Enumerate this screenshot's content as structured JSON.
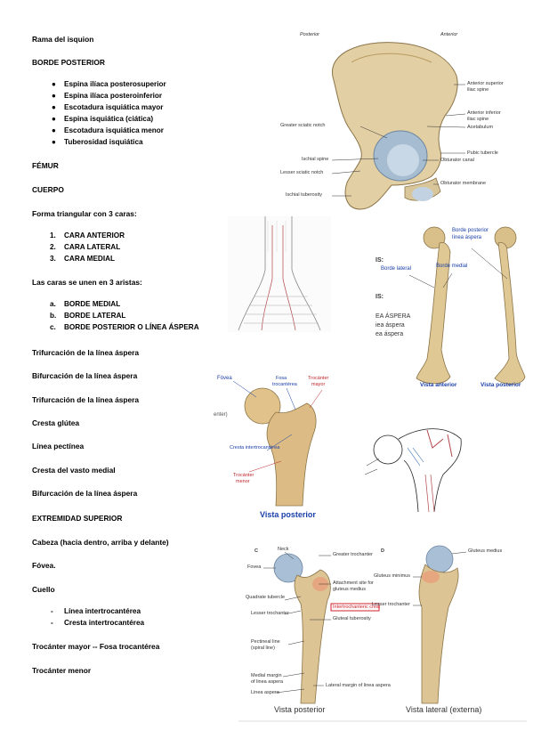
{
  "left_text": {
    "l1": "Rama del isquion",
    "l2": "BORDE POSTERIOR",
    "bullets": [
      "Espina ilíaca posterosuperior",
      "Espina ilíaca posteroinferior",
      "Escotadura isquiática mayor",
      "Espina isquiática (ciática)",
      "Escotadura isquiática menor",
      "Tuberosidad isquiática"
    ],
    "l3": "FÉMUR",
    "l4": "CUERPO",
    "l5": "Forma triangular con 3 caras:",
    "caras": [
      "CARA ANTERIOR",
      "CARA LATERAL",
      "CARA MEDIAL"
    ],
    "caras_markers": [
      "1.",
      "2.",
      "3."
    ],
    "l6": "Las caras se unen en 3 aristas:",
    "aristas": [
      "BORDE MEDIAL",
      "BORDE LATERAL",
      "BORDE POSTERIOR O LÍNEA ÁSPERA"
    ],
    "aristas_markers": [
      "a.",
      "b.",
      "c."
    ],
    "l7": "Trifurcación de la línea áspera",
    "l8": "Bifurcación de la línea áspera",
    "l9": "Trifurcación de la línea áspera",
    "l10": "Cresta glútea",
    "l11": "Línea pectínea",
    "l12": "Cresta del vasto medial",
    "l13": "Bifurcación de la línea áspera",
    "l14": "EXTREMIDAD SUPERIOR",
    "l15": "Cabeza (hacia dentro, arriba y delante)",
    "l16": "Fóvea.",
    "l17": "Cuello",
    "cuello": [
      "Línea intertrocantérea",
      "Cresta intertrocantérea"
    ],
    "l18": "Trocánter mayor -- Fosa trocantérea",
    "l19": "Trocánter menor"
  },
  "fig1": {
    "posterior": "Posterior",
    "anterior": "Anterior",
    "labels": {
      "asis": "Anterior superior",
      "asis2": "iliac spine",
      "aiis": "Anterior inferior",
      "aiis2": "iliac spine",
      "acetabulum": "Acetabulum",
      "gsn": "Greater sciatic notch",
      "pubic": "Pubic tubercle",
      "ischial_spine": "Ischial spine",
      "obt_canal": "Obturator canal",
      "lsn": "Lesser sciatic notch",
      "obt_mem": "Obturator membrane",
      "isch_tub": "Ischial tuberosity"
    }
  },
  "fig3": {
    "is1": "IS:",
    "is2": "IS:",
    "ea1": "EA ÁSPERA",
    "ea2": "iea áspera",
    "ea3": "ea áspera",
    "borde_lateral": "Borde lateral",
    "borde_medial": "Borde medial",
    "borde_post": "Borde posterior",
    "linea": "línea áspera",
    "vista_ant": "Vista anterior",
    "vista_post": "Vista posterior"
  },
  "fig4": {
    "fovea": "Fóvea",
    "fosa": "Fosa",
    "fosa2": "trocantérea",
    "troc_may": "Trocánter",
    "troc_may2": "mayor",
    "cresta": "Cresta intertrocantérea",
    "troc_men": "Trocánter",
    "troc_men2": "menor",
    "side": "enter)",
    "vista": "Vista posterior"
  },
  "fig6": {
    "c": "C",
    "d": "D",
    "neck": "Neck",
    "fovea": "Fovea",
    "gt": "Greater trochanter",
    "attach": "Attachment site for",
    "attach2": "gluteus medius",
    "quad": "Quadrate tubercle",
    "ic": "Intertrochanteric crest",
    "lt": "Lesser trochanter",
    "glut": "Gluteal tuberosity",
    "pect": "Pectineal line",
    "pect2": "(spiral line)",
    "medial": "Medial margin",
    "medial2": "of linea aspera",
    "lateral": "Lateral margin of linea aspera",
    "linea": "Linea aspera",
    "gmed": "Gluteus medius",
    "gmin": "Gluteus minimus",
    "lt2": "Lesser trochanter",
    "vista_post": "Vista posterior",
    "vista_lat": "Vista lateral (externa)"
  }
}
